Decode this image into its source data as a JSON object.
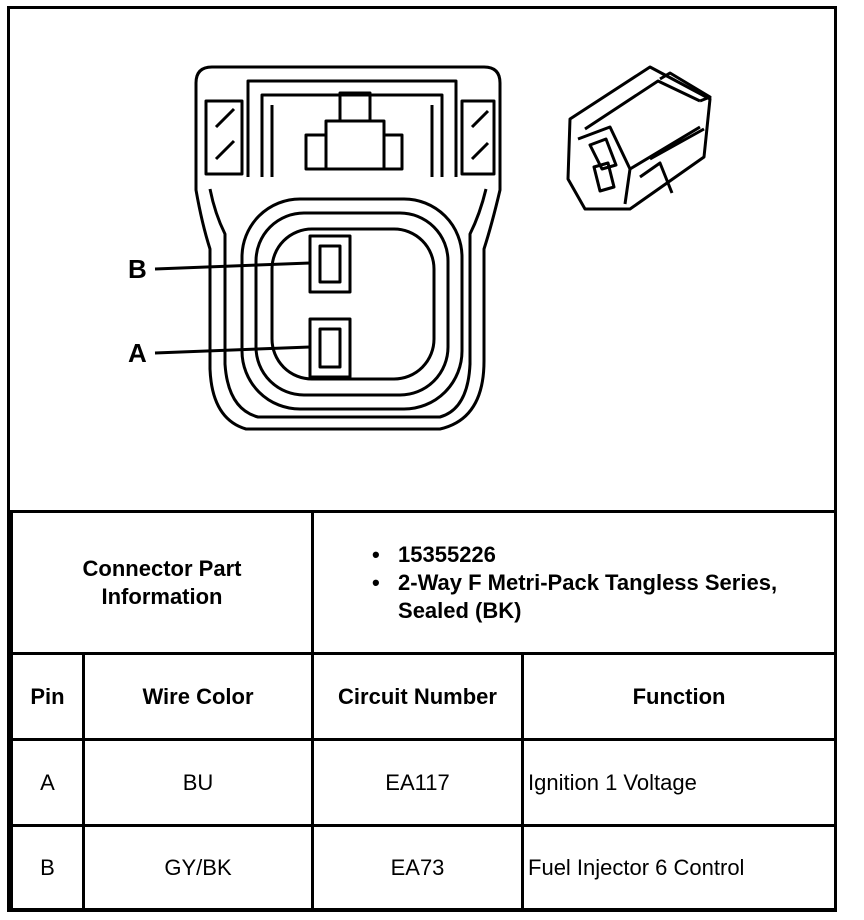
{
  "diagram": {
    "pin_labels": [
      "B",
      "A"
    ]
  },
  "part_info": {
    "label_line1": "Connector Part",
    "label_line2": "Information",
    "items": [
      "15355226",
      "2-Way F Metri-Pack Tangless Series,",
      "Sealed (BK)"
    ]
  },
  "table": {
    "headers": [
      "Pin",
      "Wire Color",
      "Circuit Number",
      "Function"
    ],
    "rows": [
      [
        "A",
        "BU",
        "EA117",
        "Ignition 1 Voltage"
      ],
      [
        "B",
        "GY/BK",
        "EA73",
        "Fuel Injector 6 Control"
      ]
    ]
  }
}
